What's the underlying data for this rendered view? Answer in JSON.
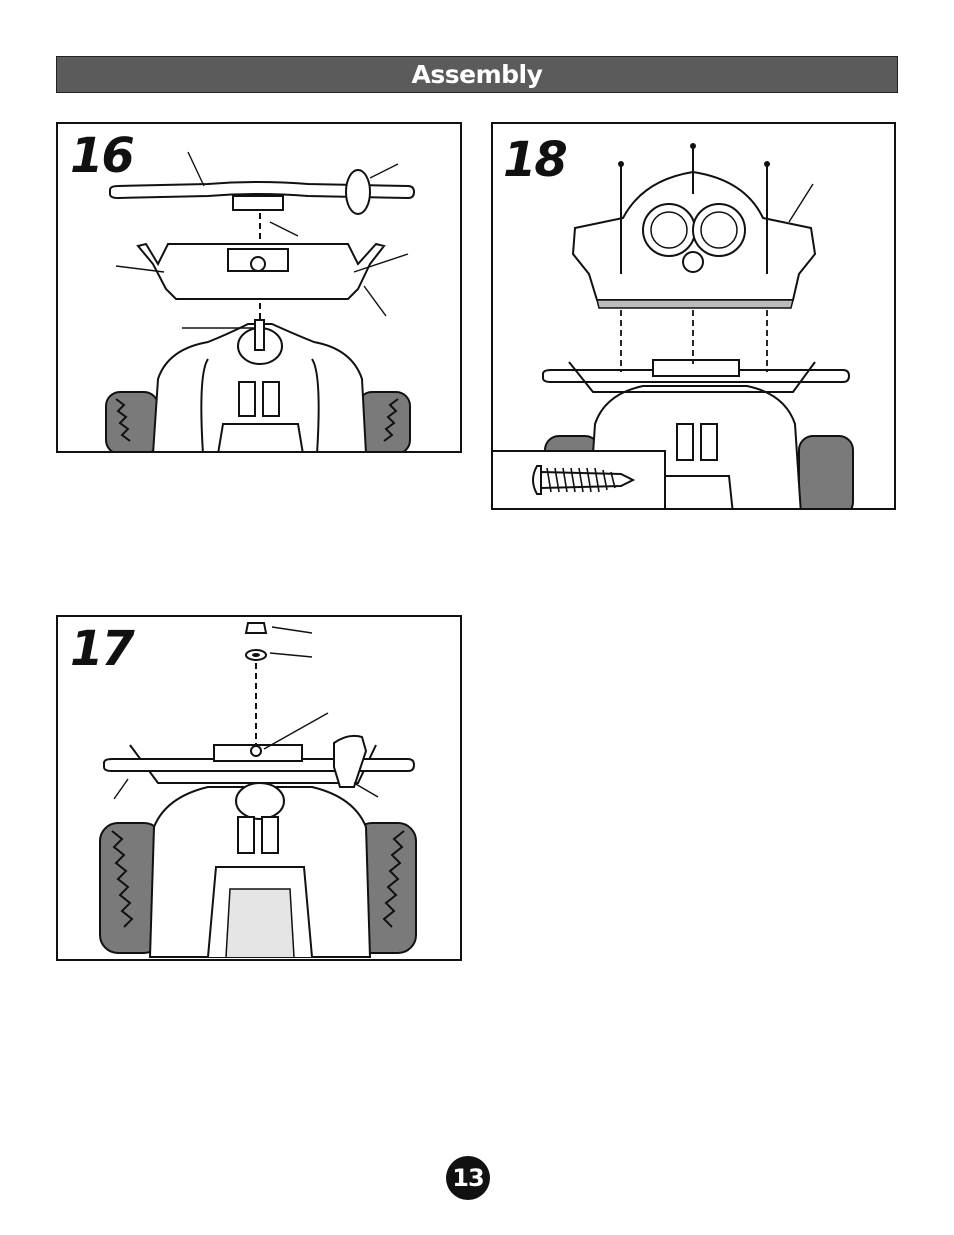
{
  "header": {
    "title": "Assembly"
  },
  "steps": {
    "s16": {
      "number": "16"
    },
    "s17": {
      "number": "17"
    },
    "s18": {
      "number": "18"
    }
  },
  "page": {
    "number": "13"
  },
  "colors": {
    "header_bg": "#5b5b5b",
    "ink": "#111111",
    "tire": "#7a7a7a"
  }
}
